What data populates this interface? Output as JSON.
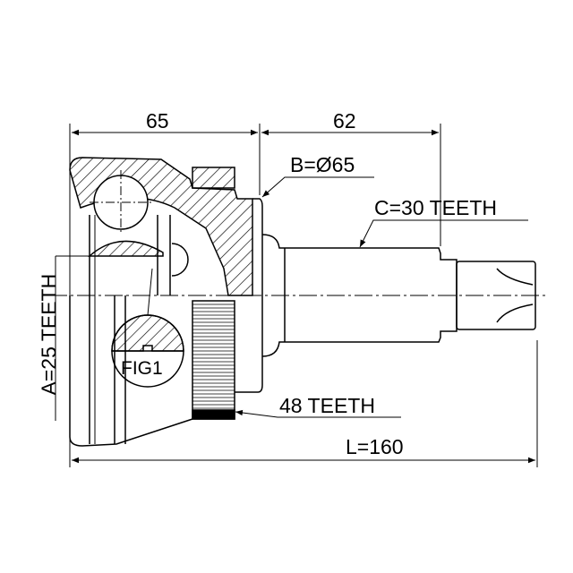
{
  "dimensions": {
    "housing_length": "65",
    "shaft_length": "62",
    "outer_diameter": "B=Ø65",
    "outer_spline": "C=30 TEETH",
    "abs_ring": "48 TEETH",
    "inner_spline": "A=25 TEETH",
    "total_length": "L=160"
  },
  "detail_label": "FIG1",
  "colors": {
    "line": "#000000",
    "background": "#ffffff"
  }
}
